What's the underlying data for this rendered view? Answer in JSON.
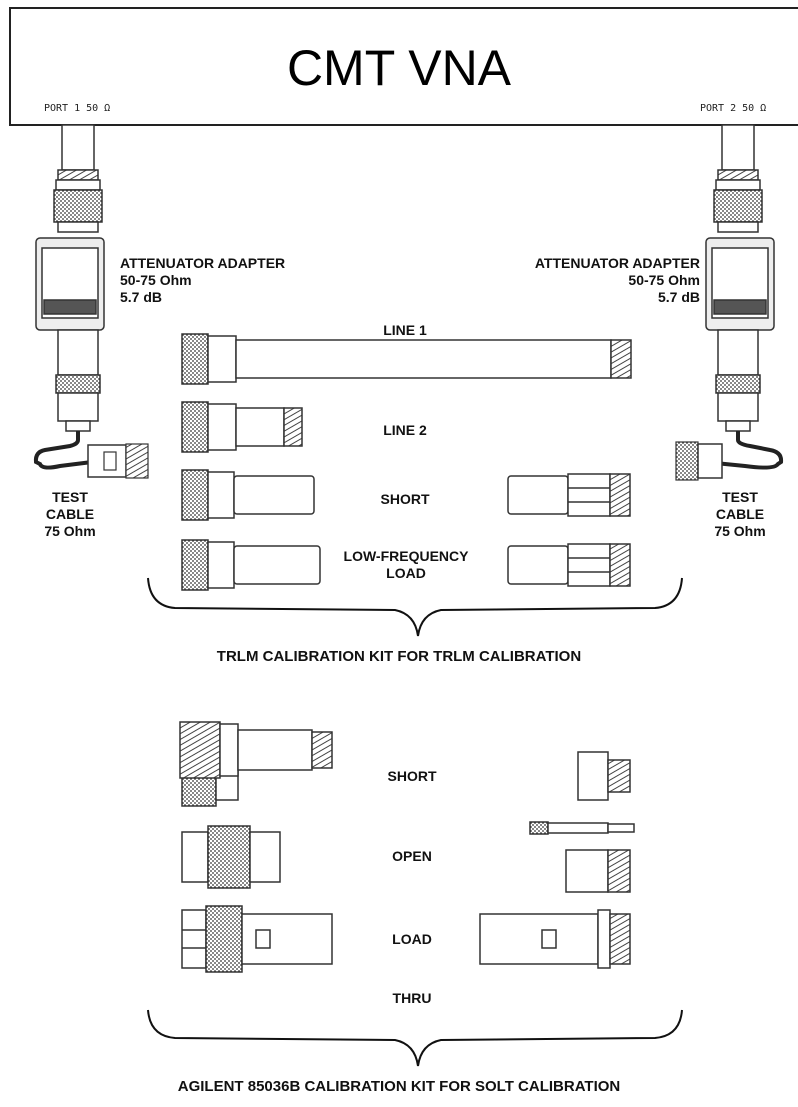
{
  "vna": {
    "title": "CMT VNA",
    "port1": "PORT 1  50 Ω",
    "port2": "PORT 2  50 Ω"
  },
  "adapter_left": {
    "line1": "ATTENUATOR ADAPTER",
    "line2": "50-75 Ohm",
    "line3": "5.7 dB"
  },
  "adapter_right": {
    "line1": "ATTENUATOR ADAPTER",
    "line2": "50-75 Ohm",
    "line3": "5.7 dB"
  },
  "cable_left": {
    "line1": "TEST",
    "line2": "CABLE",
    "line3": "75 Ohm"
  },
  "cable_right": {
    "line1": "TEST",
    "line2": "CABLE",
    "line3": "75 Ohm"
  },
  "trlm": {
    "line1": "LINE 1",
    "line2": "LINE 2",
    "short": "SHORT",
    "load_a": "LOW-FREQUENCY",
    "load_b": "LOAD",
    "caption": "TRLM CALIBRATION KIT FOR TRLM CALIBRATION"
  },
  "solt": {
    "short": "SHORT",
    "open": "OPEN",
    "load": "LOAD",
    "thru": "THRU",
    "caption": "AGILENT 85036B CALIBRATION KIT FOR SOLT CALIBRATION"
  }
}
